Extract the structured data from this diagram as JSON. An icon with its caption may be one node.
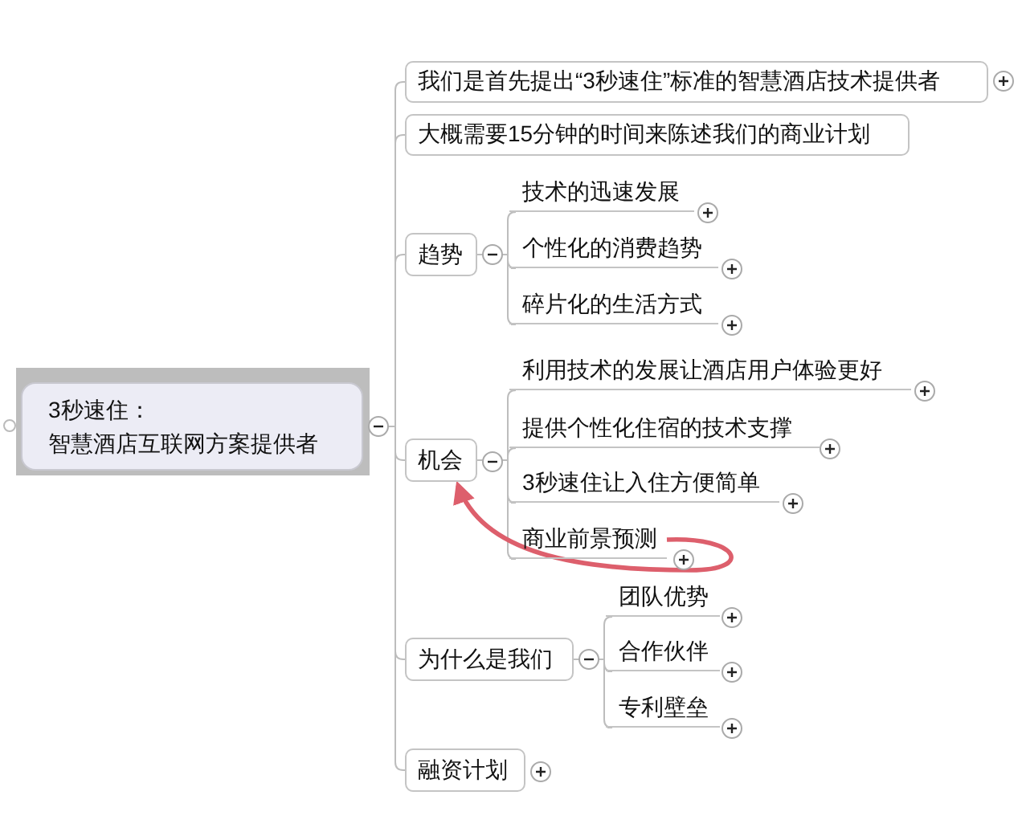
{
  "diagram": {
    "nodes": [
      {
        "text": [
          "3秒速住：",
          "智慧酒店互联网方案提供者"
        ]
      },
      {
        "text": [
          "我们是首先提出“3秒速住”标准的智慧酒店技术提供者"
        ]
      },
      {
        "text": [
          "大概需要15分钟的时间来陈述我们的商业计划"
        ]
      },
      {
        "text": [
          "趋势"
        ]
      },
      {
        "text": [
          "技术的迅速发展"
        ]
      },
      {
        "text": [
          "个性化的消费趋势"
        ]
      },
      {
        "text": [
          "碎片化的生活方式"
        ]
      },
      {
        "text": [
          "机会"
        ]
      },
      {
        "text": [
          "利用技术的发展让酒店用户体验更好"
        ]
      },
      {
        "text": [
          "提供个性化住宿的技术支撑"
        ]
      },
      {
        "text": [
          "3秒速住让入住方便简单"
        ]
      },
      {
        "text": [
          "商业前景预测"
        ]
      },
      {
        "text": [
          "为什么是我们"
        ]
      },
      {
        "text": [
          "团队优势"
        ]
      },
      {
        "text": [
          "合作伙伴"
        ]
      },
      {
        "text": [
          "专利壁垒"
        ]
      },
      {
        "text": [
          "融资计划"
        ]
      }
    ],
    "edges": [
      {
        "from": 0,
        "to": 1,
        "arrow": "none"
      },
      {
        "from": 0,
        "to": 2,
        "arrow": "none"
      },
      {
        "from": 0,
        "to": 3,
        "arrow": "none"
      },
      {
        "from": 0,
        "to": 7,
        "arrow": "none"
      },
      {
        "from": 0,
        "to": 12,
        "arrow": "none"
      },
      {
        "from": 0,
        "to": 16,
        "arrow": "none"
      },
      {
        "from": 3,
        "to": 4,
        "arrow": "none"
      },
      {
        "from": 3,
        "to": 5,
        "arrow": "none"
      },
      {
        "from": 3,
        "to": 6,
        "arrow": "none"
      },
      {
        "from": 7,
        "to": 8,
        "arrow": "none"
      },
      {
        "from": 7,
        "to": 9,
        "arrow": "none"
      },
      {
        "from": 7,
        "to": 10,
        "arrow": "none"
      },
      {
        "from": 7,
        "to": 11,
        "arrow": "none"
      },
      {
        "from": 12,
        "to": 13,
        "arrow": "none"
      },
      {
        "from": 12,
        "to": 14,
        "arrow": "none"
      },
      {
        "from": 12,
        "to": 15,
        "arrow": "none"
      },
      {
        "from": 11,
        "to": 7,
        "arrow": "to",
        "color": "#dd5f6c",
        "style": "thick"
      }
    ]
  }
}
